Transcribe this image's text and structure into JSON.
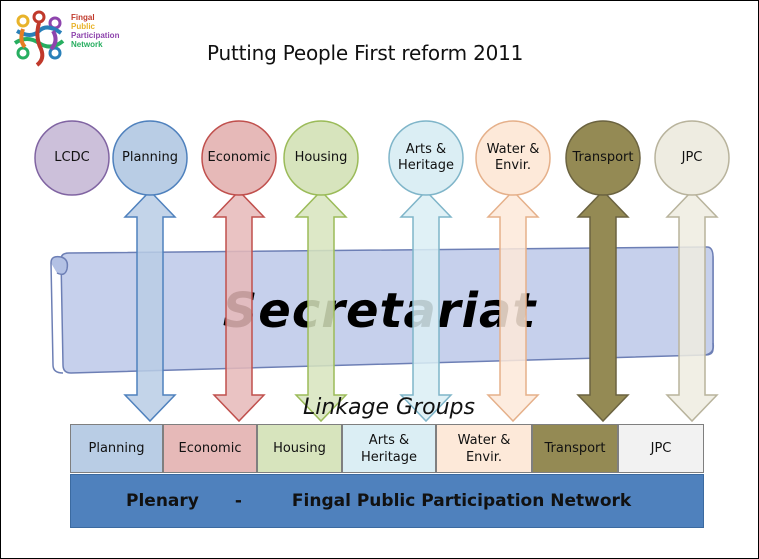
{
  "logo": {
    "lines": [
      "Fingal",
      "Public",
      "Participation",
      "Network"
    ]
  },
  "title": "Putting People First reform 2011",
  "committees": [
    {
      "label": "LCDC",
      "fill": "#ccc0da",
      "stroke": "#8064a2"
    },
    {
      "label": "Planning",
      "fill": "#b9cde5",
      "stroke": "#4f81bd"
    },
    {
      "label": "Economic",
      "fill": "#e6b9b8",
      "stroke": "#c0504d"
    },
    {
      "label": "Housing",
      "fill": "#d7e4bd",
      "stroke": "#9bbb59"
    },
    {
      "label": "Arts &\nHeritage",
      "fill": "#dbeef4",
      "stroke": "#7fb5c9"
    },
    {
      "label": "Water &\nEnvir.",
      "fill": "#fde9d9",
      "stroke": "#e5b08a"
    },
    {
      "label": "Transport",
      "fill": "#948a54",
      "stroke": "#6b6340"
    },
    {
      "label": "JPC",
      "fill": "#eeece1",
      "stroke": "#b8b39c"
    }
  ],
  "secretariat": "Secretariat",
  "linkage_title": "Linkage Groups",
  "linkage_groups": [
    {
      "label": "Planning",
      "fill": "#b9cde5"
    },
    {
      "label": "Economic",
      "fill": "#e6b9b8"
    },
    {
      "label": "Housing",
      "fill": "#d7e4bd"
    },
    {
      "label": "Arts &\nHeritage",
      "fill": "#dbeef4"
    },
    {
      "label": "Water &\nEnvir.",
      "fill": "#fde9d9"
    },
    {
      "label": "Transport",
      "fill": "#948a54"
    },
    {
      "label": "JPC",
      "fill": "#f2f2f2"
    }
  ],
  "plenary": {
    "left": "Plenary",
    "sep": "-",
    "right": "Fingal Public Participation Network"
  }
}
